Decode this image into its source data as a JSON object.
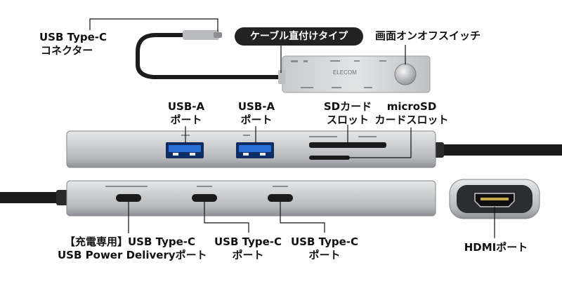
{
  "labels": {
    "usb_c_connector": [
      "USB Type-C",
      "コネクター"
    ],
    "cable_type": "ケーブル直付けタイプ",
    "power_switch": "画面オンオフスイッチ",
    "usb_a_port_1": [
      "USB-A",
      "ポート"
    ],
    "usb_a_port_2": [
      "USB-A",
      "ポート"
    ],
    "sd_slot": [
      "SDカード",
      "スロット"
    ],
    "microsd_slot": [
      "microSD",
      "カードスロット"
    ],
    "pd_port": [
      "【充電専用】USB Type-C",
      "USB Power Deliveryポート"
    ],
    "usb_c_port_1": [
      "USB Type-C",
      "ポート"
    ],
    "usb_c_port_2": [
      "USB Type-C",
      "ポート"
    ],
    "hdmi_port": "HDMIポート"
  },
  "device": {
    "brand": "ELECOM"
  },
  "colors": {
    "body_silver": "#c9cbcd",
    "usb_a_blue": "#2a6fd6",
    "cable": "#1c1c1c",
    "label_pill": "#222222"
  }
}
